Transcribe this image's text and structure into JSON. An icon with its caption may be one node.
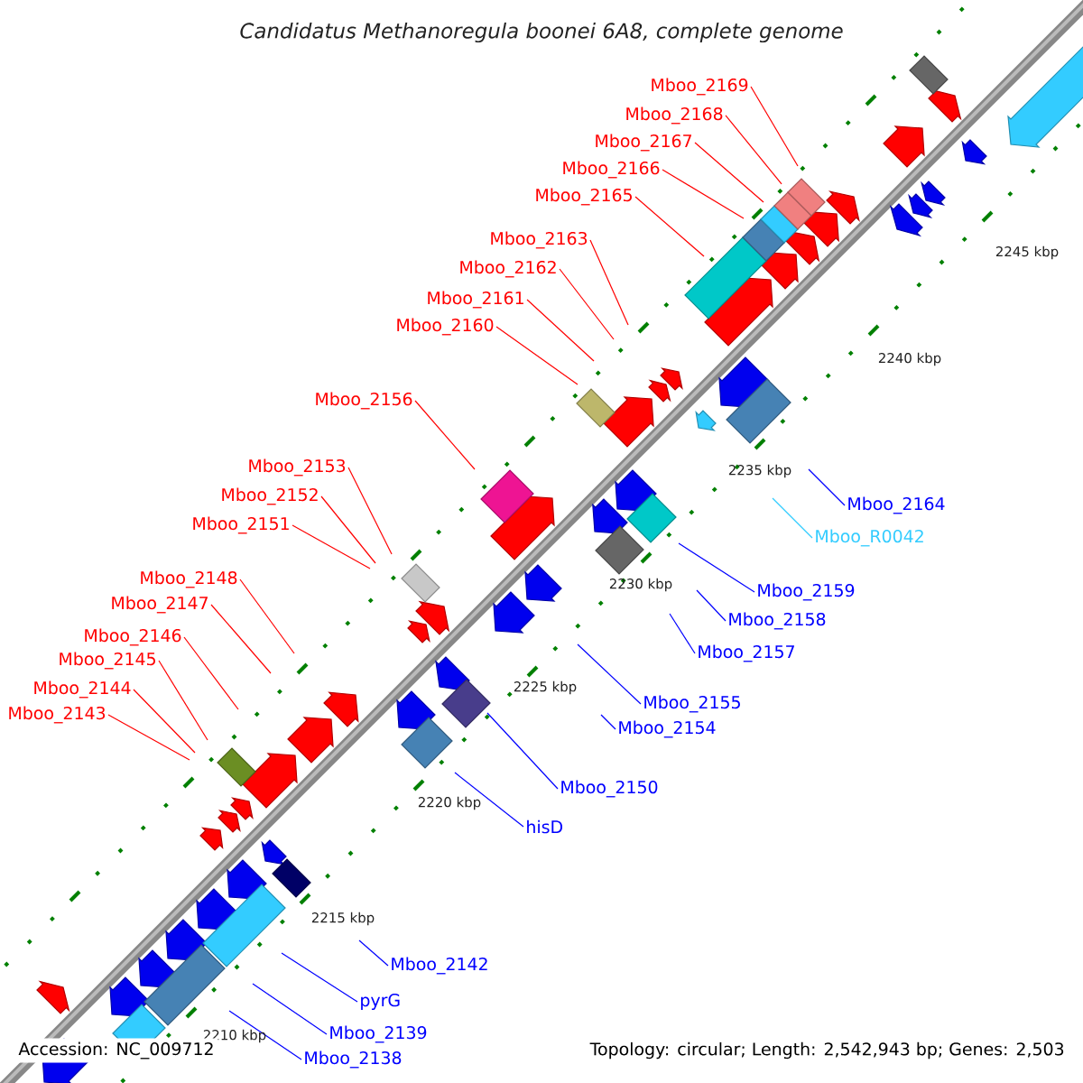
{
  "diagram": {
    "title": "Candidatus Methanoregula boonei 6A8, complete genome",
    "nodes": [
      {
        "text": [
          "Mboo_2169"
        ]
      },
      {
        "text": [
          "Mboo_2168"
        ]
      },
      {
        "text": [
          "Mboo_2167"
        ]
      },
      {
        "text": [
          "Mboo_2166"
        ]
      },
      {
        "text": [
          "Mboo_2165"
        ]
      },
      {
        "text": [
          "Mboo_2163"
        ]
      },
      {
        "text": [
          "Mboo_2162"
        ]
      },
      {
        "text": [
          "Mboo_2161"
        ]
      },
      {
        "text": [
          "Mboo_2160"
        ]
      },
      {
        "text": [
          "Mboo_2156"
        ]
      },
      {
        "text": [
          "Mboo_2153"
        ]
      },
      {
        "text": [
          "Mboo_2152"
        ]
      },
      {
        "text": [
          "Mboo_2151"
        ]
      },
      {
        "text": [
          "Mboo_2148"
        ]
      },
      {
        "text": [
          "Mboo_2147"
        ]
      },
      {
        "text": [
          "Mboo_2146"
        ]
      },
      {
        "text": [
          "Mboo_2145"
        ]
      },
      {
        "text": [
          "Mboo_2144"
        ]
      },
      {
        "text": [
          "Mboo_2143"
        ]
      },
      {
        "text": [
          "Mboo_2164"
        ]
      },
      {
        "text": [
          "Mboo_R0042"
        ]
      },
      {
        "text": [
          "Mboo_2159"
        ]
      },
      {
        "text": [
          "Mboo_2158"
        ]
      },
      {
        "text": [
          "Mboo_2157"
        ]
      },
      {
        "text": [
          "Mboo_2155"
        ]
      },
      {
        "text": [
          "Mboo_2154"
        ]
      },
      {
        "text": [
          "Mboo_2150"
        ]
      },
      {
        "text": [
          "hisD"
        ]
      },
      {
        "text": [
          "Mboo_2142"
        ]
      },
      {
        "text": [
          "pyrG"
        ]
      },
      {
        "text": [
          "Mboo_2139"
        ]
      },
      {
        "text": [
          "Mboo_2138"
        ]
      }
    ],
    "edges": [
      {
        "from": 0,
        "to": null,
        "arrow": "none"
      },
      {
        "from": 1,
        "to": null,
        "arrow": "none"
      },
      {
        "from": 2,
        "to": null,
        "arrow": "none"
      },
      {
        "from": 3,
        "to": null,
        "arrow": "none"
      },
      {
        "from": 4,
        "to": null,
        "arrow": "none"
      },
      {
        "from": 5,
        "to": null,
        "arrow": "none"
      },
      {
        "from": 6,
        "to": null,
        "arrow": "none"
      },
      {
        "from": 7,
        "to": null,
        "arrow": "none"
      },
      {
        "from": 8,
        "to": null,
        "arrow": "none"
      },
      {
        "from": 9,
        "to": null,
        "arrow": "none"
      },
      {
        "from": 10,
        "to": null,
        "arrow": "none"
      },
      {
        "from": 11,
        "to": null,
        "arrow": "none"
      },
      {
        "from": 12,
        "to": null,
        "arrow": "none"
      },
      {
        "from": 13,
        "to": null,
        "arrow": "none"
      },
      {
        "from": 14,
        "to": null,
        "arrow": "none"
      },
      {
        "from": 15,
        "to": null,
        "arrow": "none"
      },
      {
        "from": 16,
        "to": null,
        "arrow": "none"
      },
      {
        "from": 17,
        "to": null,
        "arrow": "none"
      },
      {
        "from": 18,
        "to": null,
        "arrow": "none"
      },
      {
        "from": 19,
        "to": null,
        "arrow": "none",
        "color": "#0000ff"
      },
      {
        "from": 20,
        "to": null,
        "arrow": "none",
        "color": "#33ccff"
      },
      {
        "from": 21,
        "to": null,
        "arrow": "none",
        "color": "#0000ff"
      },
      {
        "from": 22,
        "to": null,
        "arrow": "none",
        "color": "#0000ff"
      },
      {
        "from": 23,
        "to": null,
        "arrow": "none",
        "color": "#0000ff"
      },
      {
        "from": 24,
        "to": null,
        "arrow": "none",
        "color": "#0000ff"
      },
      {
        "from": 25,
        "to": null,
        "arrow": "none",
        "color": "#0000ff"
      },
      {
        "from": 26,
        "to": null,
        "arrow": "none",
        "color": "#0000ff"
      },
      {
        "from": 27,
        "to": null,
        "arrow": "none",
        "color": "#0000ff"
      },
      {
        "from": 28,
        "to": null,
        "arrow": "none",
        "color": "#0000ff"
      },
      {
        "from": 29,
        "to": null,
        "arrow": "none",
        "color": "#0000ff"
      },
      {
        "from": 30,
        "to": null,
        "arrow": "none",
        "color": "#0000ff"
      },
      {
        "from": 31,
        "to": null,
        "arrow": "none",
        "color": "#0000ff"
      }
    ],
    "labels": [
      "2245 kbp",
      "2240 kbp",
      "2235 kbp",
      "2230 kbp",
      "2225 kbp",
      "2220 kbp",
      "2215 kbp",
      "2210 kbp",
      "Accession: NC_009712",
      "Topology: circular; Length: 2,542,943 bp; Genes: 2,503"
    ]
  }
}
